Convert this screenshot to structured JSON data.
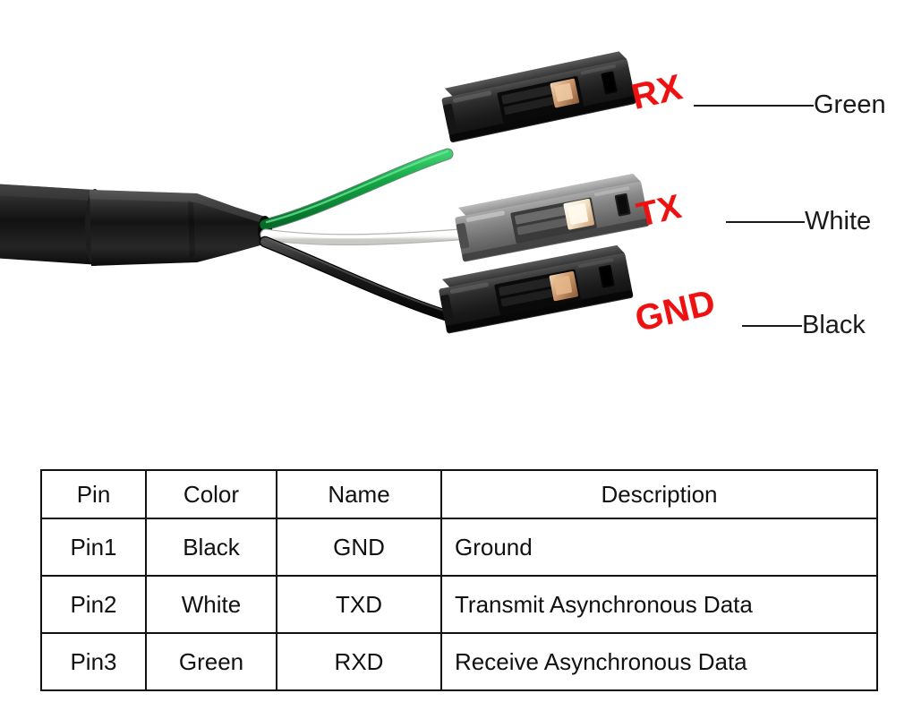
{
  "figure": {
    "title": "USB to TTL serial cable wire pinout diagram",
    "background_color": "#ffffff"
  },
  "photo": {
    "description": "Black USB-to-TTL serial cable with heat-shrink sleeve splitting into three wires terminated with black Dupont 1-pin female connector housings",
    "cable_jacket_color": "#1c1c1c",
    "wires": [
      {
        "name": "green-wire",
        "color": "#11aa44",
        "signal": "RX",
        "connector": "rx-connector"
      },
      {
        "name": "white-wire",
        "color": "#f2f2f0",
        "signal": "TX",
        "connector": "tx-connector"
      },
      {
        "name": "black-wire",
        "color": "#1a1a1a",
        "signal": "GND",
        "connector": "gnd-connector"
      }
    ],
    "connector_body_color": "#2a2a2a",
    "connector_contact_color": "#c79a72"
  },
  "pin_labels": [
    {
      "name": "rx-label",
      "text": "RX",
      "color": "#ee1111"
    },
    {
      "name": "tx-label",
      "text": "TX",
      "color": "#ee1111"
    },
    {
      "name": "gnd-label",
      "text": "GND",
      "color": "#ee1111"
    }
  ],
  "color_callouts": [
    {
      "name": "green-callout",
      "text": "Green",
      "color": "#1a1a1a"
    },
    {
      "name": "white-callout",
      "text": "White",
      "color": "#1a1a1a"
    },
    {
      "name": "black-callout",
      "text": "Black",
      "color": "#1a1a1a"
    }
  ],
  "table": {
    "headers": [
      "Pin",
      "Color",
      "Name",
      "Description"
    ],
    "rows": [
      {
        "pin": "Pin1",
        "color": "Black",
        "signal": "GND",
        "description": "Ground"
      },
      {
        "pin": "Pin2",
        "color": "White",
        "signal": "TXD",
        "description": "Transmit  Asynchronous Data"
      },
      {
        "pin": "Pin3",
        "color": "Green",
        "signal": "RXD",
        "description": "Receive Asynchronous Data"
      }
    ]
  }
}
